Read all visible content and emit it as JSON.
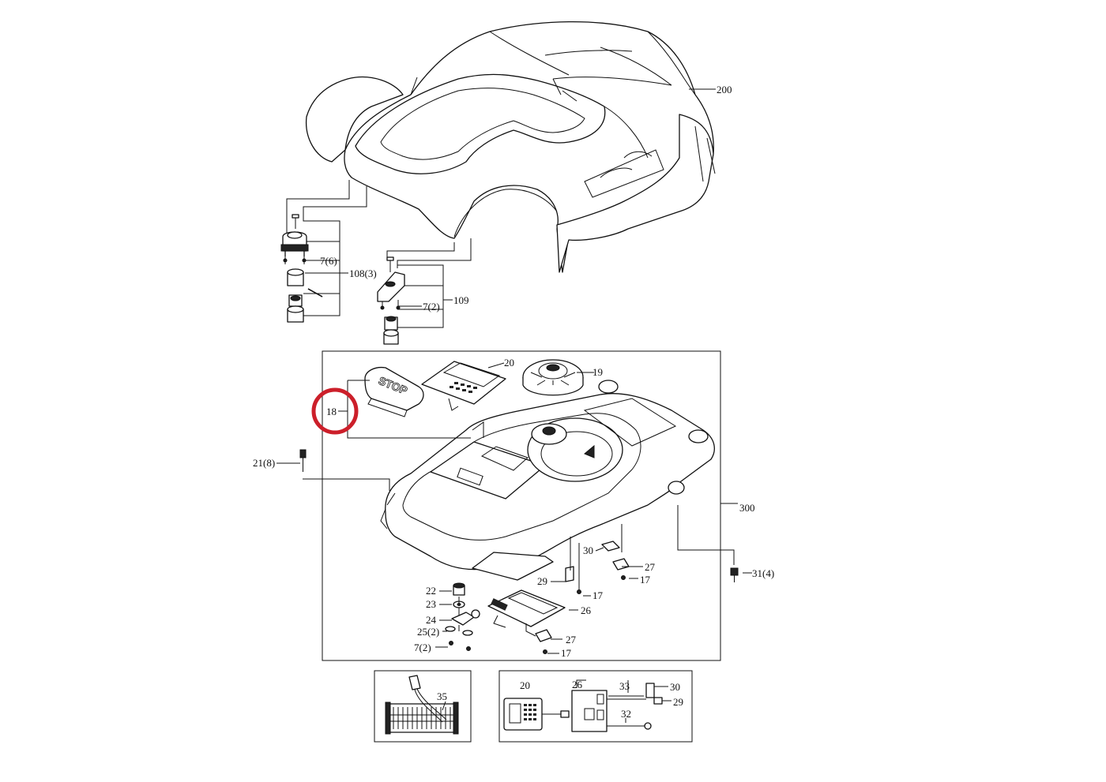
{
  "highlight": {
    "color": "#cc1f2a"
  },
  "parts": {
    "p200": "200",
    "p108": "108(3)",
    "p7_6": "7(6)",
    "p109": "109",
    "p7_2a": "7(2)",
    "p20": "20",
    "p19": "19",
    "p18": "18",
    "p21": "21(8)",
    "p300": "300",
    "p31": "31(4)",
    "p30": "30",
    "p27a": "27",
    "p17a": "17",
    "p29": "29",
    "p17b": "17",
    "p22": "22",
    "p23": "23",
    "p24": "24",
    "p25": "25(2)",
    "p7_2b": "7(2)",
    "p26": "26",
    "p27b": "27",
    "p17c": "17"
  },
  "stop_button_text": "STOP",
  "inset_left": {
    "p35": "35"
  },
  "inset_right": {
    "p20": "20",
    "p26": "26",
    "p33": "33",
    "p30": "30",
    "p29": "29",
    "p32": "32"
  }
}
